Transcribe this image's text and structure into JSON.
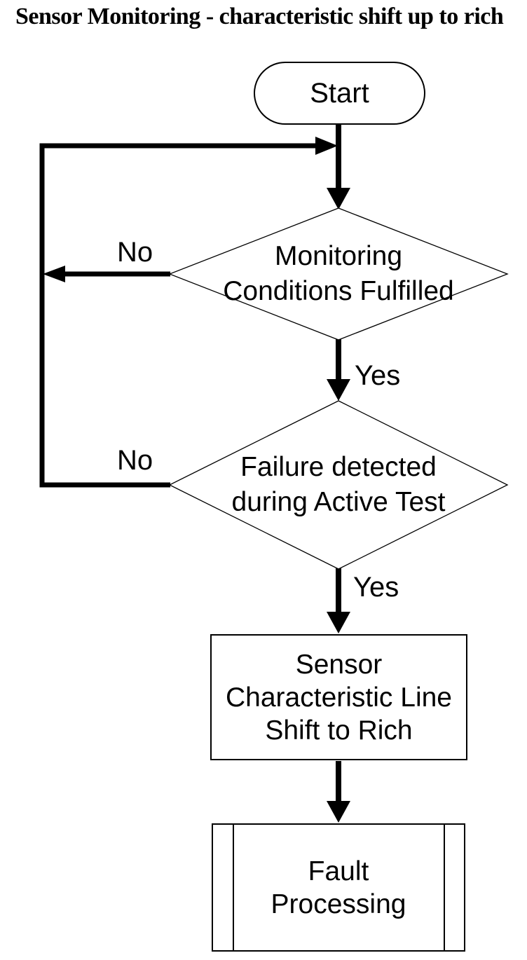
{
  "title": "Sensor Monitoring - characteristic shift up to rich",
  "flowchart": {
    "start": {
      "label": "Start"
    },
    "decision_monitoring": {
      "line1": "Monitoring",
      "line2": "Conditions Fulfilled"
    },
    "decision_failure": {
      "line1": "Failure detected",
      "line2": "during Active Test"
    },
    "process_sensor_shift": {
      "line1": "Sensor",
      "line2": "Characteristic Line",
      "line3": "Shift to Rich"
    },
    "process_fault": {
      "line1": "Fault",
      "line2": "Processing"
    },
    "edge_labels": {
      "monitoring_no": "No",
      "monitoring_yes": "Yes",
      "failure_no": "No",
      "failure_yes": "Yes"
    },
    "colors": {
      "ink": "#000000",
      "background": "#ffffff"
    }
  }
}
